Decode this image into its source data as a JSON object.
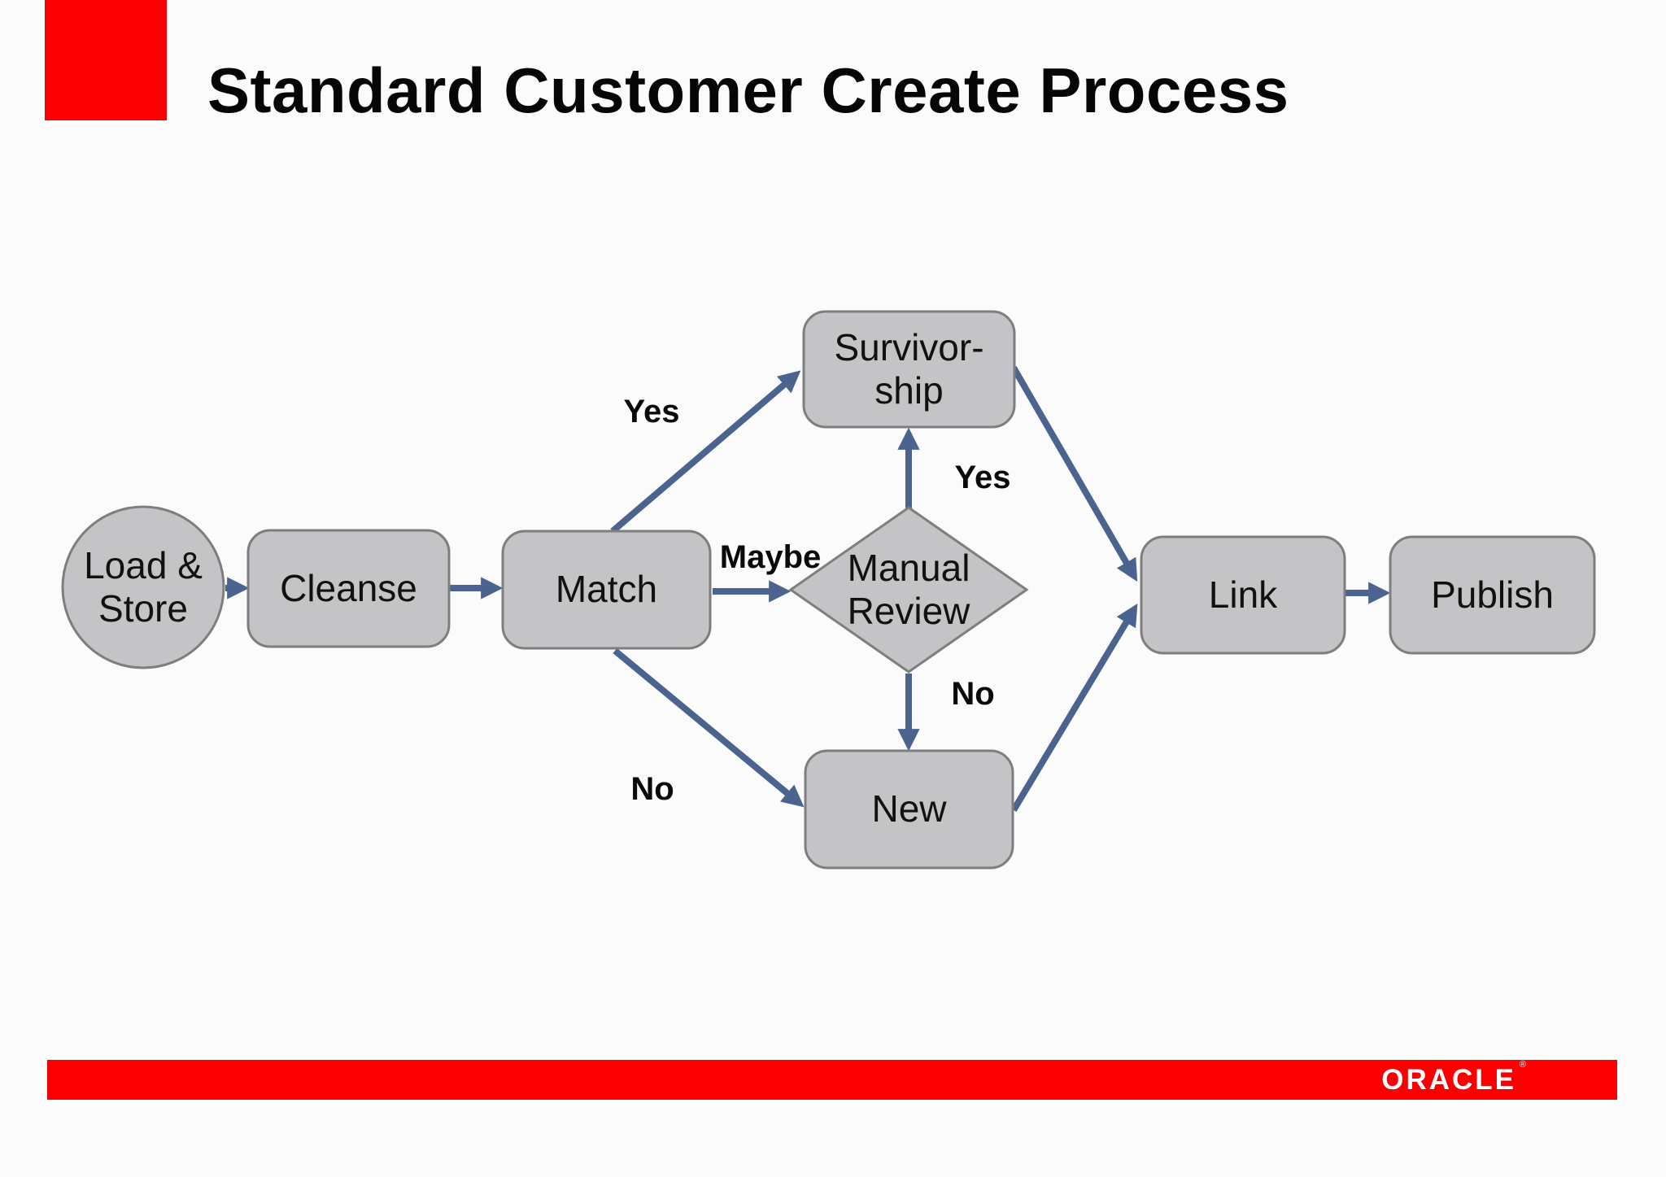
{
  "slide": {
    "title": "Standard Customer Create Process"
  },
  "footer": {
    "brand": "ORACLE",
    "registered_mark": "®"
  },
  "colors": {
    "accent_red": "#FB0000",
    "node_fill": "#C4C4C6",
    "node_border": "#7E7E80",
    "arrow": "#4A648F",
    "background": "#FBFBFB",
    "title_text": "#060606"
  },
  "flowchart": {
    "nodes": [
      {
        "id": "load-store",
        "shape": "circle",
        "lines": [
          "Load &",
          "Store"
        ]
      },
      {
        "id": "cleanse",
        "shape": "rounded-rect",
        "lines": [
          "Cleanse"
        ]
      },
      {
        "id": "match",
        "shape": "rounded-rect",
        "lines": [
          "Match"
        ]
      },
      {
        "id": "survivorship",
        "shape": "rounded-rect",
        "lines": [
          "Survivor-",
          "ship"
        ]
      },
      {
        "id": "manual-review",
        "shape": "diamond",
        "lines": [
          "Manual",
          "Review"
        ]
      },
      {
        "id": "new",
        "shape": "rounded-rect",
        "lines": [
          "New"
        ]
      },
      {
        "id": "link",
        "shape": "rounded-rect",
        "lines": [
          "Link"
        ]
      },
      {
        "id": "publish",
        "shape": "rounded-rect",
        "lines": [
          "Publish"
        ]
      }
    ],
    "edges": [
      {
        "from": "load-store",
        "to": "cleanse",
        "label": ""
      },
      {
        "from": "cleanse",
        "to": "match",
        "label": ""
      },
      {
        "from": "match",
        "to": "survivorship",
        "label": "Yes"
      },
      {
        "from": "match",
        "to": "manual-review",
        "label": "Maybe"
      },
      {
        "from": "match",
        "to": "new",
        "label": "No"
      },
      {
        "from": "manual-review",
        "to": "survivorship",
        "label": "Yes"
      },
      {
        "from": "manual-review",
        "to": "new",
        "label": "No"
      },
      {
        "from": "survivorship",
        "to": "link",
        "label": ""
      },
      {
        "from": "new",
        "to": "link",
        "label": ""
      },
      {
        "from": "link",
        "to": "publish",
        "label": ""
      }
    ],
    "edge_labels": {
      "match_survivorship": "Yes",
      "match_manual_review": "Maybe",
      "match_new": "No",
      "manual_review_survivorship": "Yes",
      "manual_review_new": "No"
    }
  }
}
